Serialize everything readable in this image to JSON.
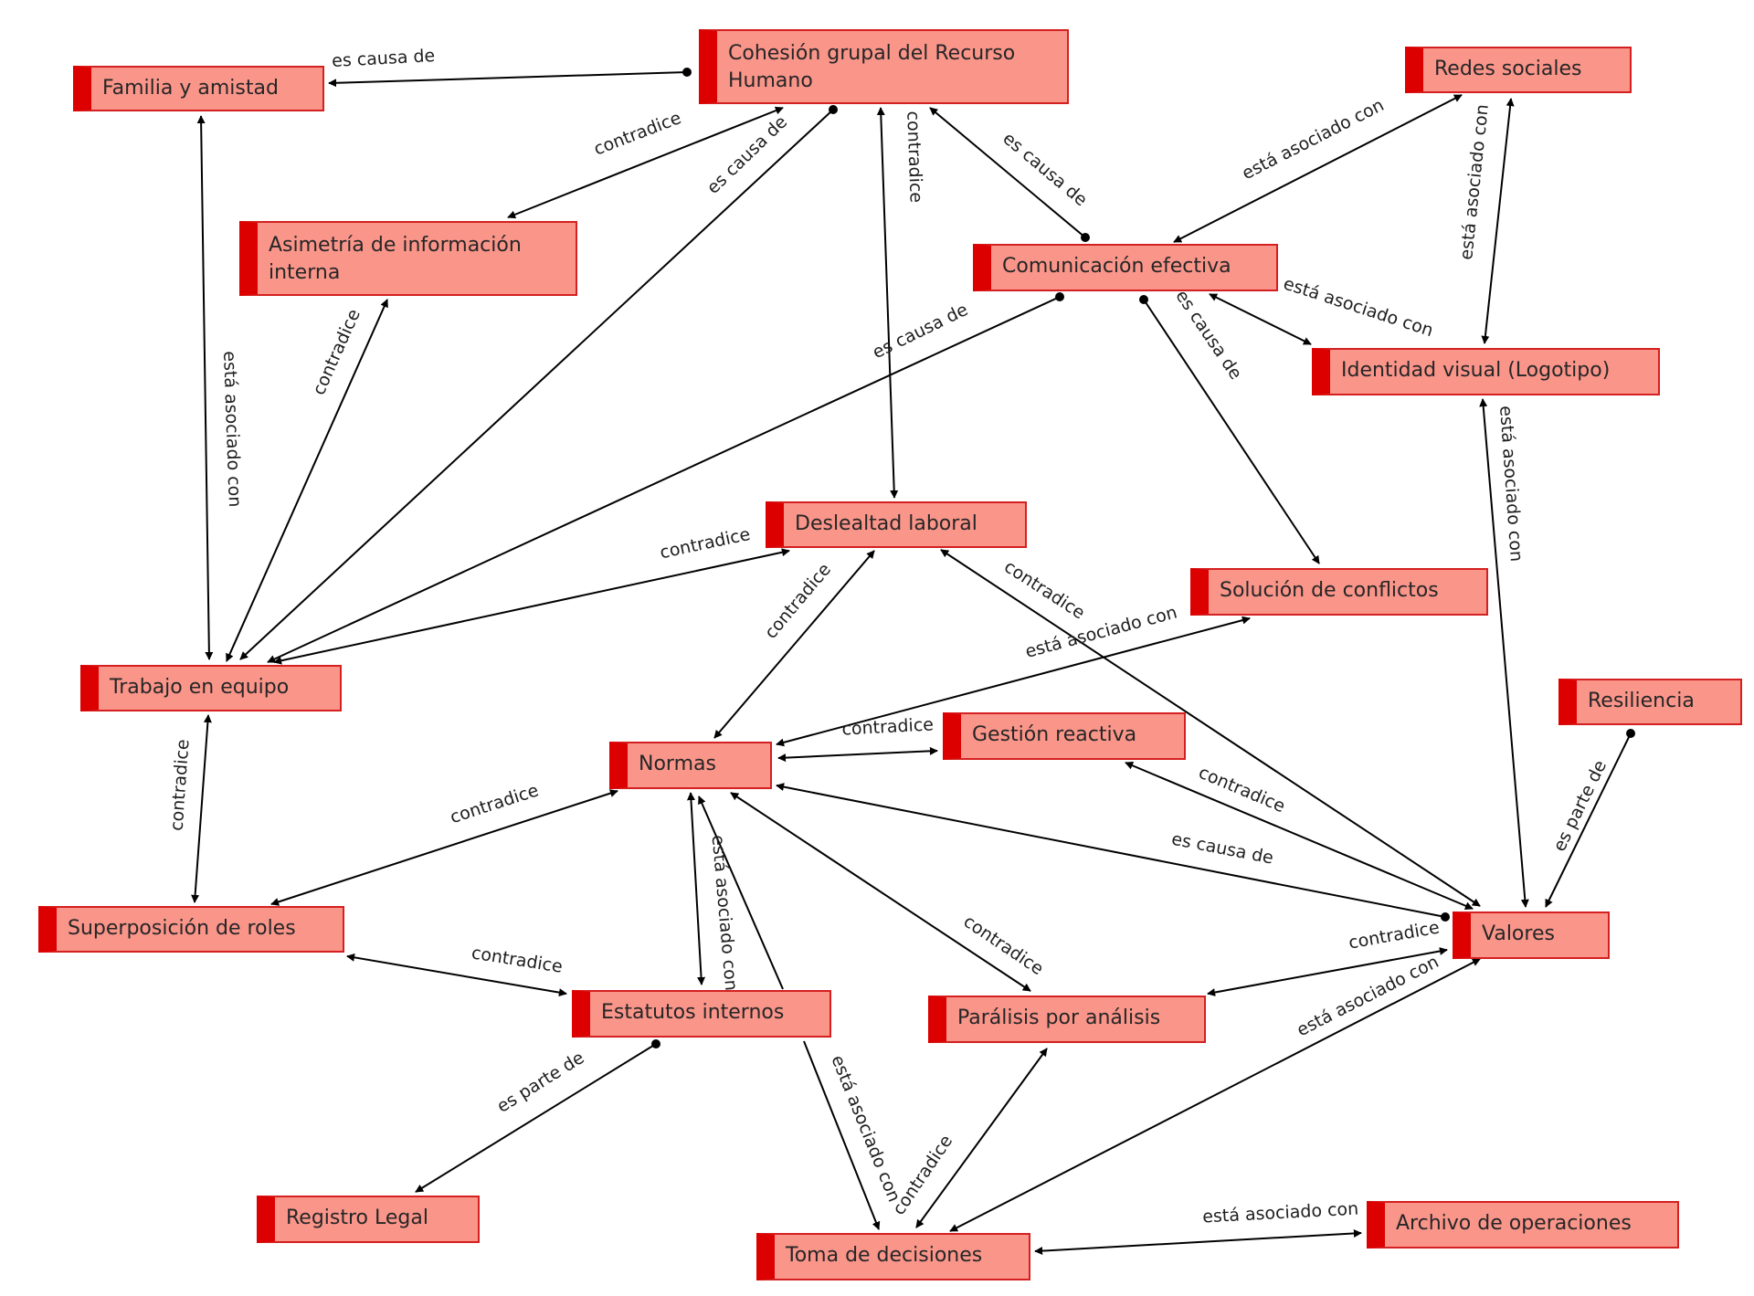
{
  "colors": {
    "node_fill": "#fa958a",
    "node_border": "#d42020",
    "node_accent": "#dd0000",
    "edge": "#000000"
  },
  "nodes": {
    "familia": "Familia y amistad",
    "cohesion_1": "Cohesión grupal del Recurso",
    "cohesion_2": "Humano",
    "redes": "Redes sociales",
    "asimetria_1": "Asimetría de información",
    "asimetria_2": "interna",
    "comunicacion": "Comunicación efectiva",
    "identidad": "Identidad visual (Logotipo)",
    "deslealtad": "Deslealtad laboral",
    "solucion": "Solución de conflictos",
    "trabajo": "Trabajo en equipo",
    "resiliencia": "Resiliencia",
    "gestion": "Gestión reactiva",
    "normas": "Normas",
    "superposicion": "Superposición de roles",
    "valores": "Valores",
    "estatutos": "Estatutos internos",
    "paralisis": "Parálisis por análisis",
    "registro": "Registro Legal",
    "toma": "Toma de decisiones",
    "archivo": "Archivo de operaciones"
  },
  "relations": {
    "cohesion_familia": "es causa de",
    "cohesion_asimetria": "contradice",
    "cohesion_trabajo": "es causa de",
    "cohesion_deslealtad": "contradice",
    "comunicacion_cohesion": "es causa de",
    "redes_comunicacion": "está asociado con",
    "redes_identidad": "está asociado con",
    "identidad_comunicacion": "está asociado con",
    "comunicacion_trabajo": "es causa de",
    "comunicacion_solucion": "es causa de",
    "familia_trabajo": "está asociado con",
    "asimetria_trabajo": "contradice",
    "deslealtad_trabajo": "contradice",
    "deslealtad_normas": "contradice",
    "deslealtad_valores": "contradice",
    "identidad_valores": "está asociado con",
    "solucion_normas": "está asociado con",
    "normas_gestion": "contradice",
    "gestion_valores": "contradice",
    "valores_normas": "es causa de",
    "resiliencia_valores": "es parte de",
    "trabajo_superposicion": "contradice",
    "normas_superposicion": "contradice",
    "normas_estatutos": "está asociado con",
    "superposicion_estatutos": "contradice",
    "normas_paralisis": "contradice",
    "valores_paralisis": "contradice",
    "estatutos_registro": "es parte de",
    "estatutos_toma": "está asociado con",
    "toma_paralisis": "contradice",
    "toma_valores": "está asociado con",
    "toma_archivo": "está asociado con"
  }
}
